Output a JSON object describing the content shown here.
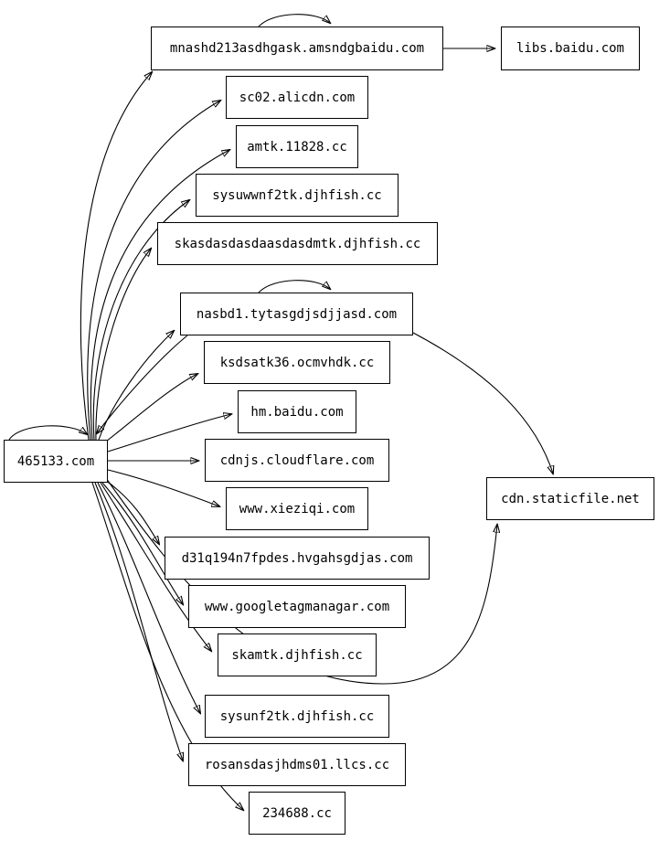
{
  "diagram": {
    "type": "directed-graph",
    "background_color": "#ffffff",
    "node_border_color": "#000000",
    "edge_color": "#000000",
    "text_color": "#000000",
    "nodes": [
      {
        "id": "465133",
        "label": "465133.com"
      },
      {
        "id": "mnashd",
        "label": "mnashd213asdhgask.amsndgbaidu.com"
      },
      {
        "id": "libs",
        "label": "libs.baidu.com"
      },
      {
        "id": "sc02",
        "label": "sc02.alicdn.com"
      },
      {
        "id": "amtk",
        "label": "amtk.11828.cc"
      },
      {
        "id": "sysuwwnf2tk",
        "label": "sysuwwnf2tk.djhfish.cc"
      },
      {
        "id": "skasd",
        "label": "skasdasdasdaasdasdmtk.djhfish.cc"
      },
      {
        "id": "nasbd1",
        "label": "nasbd1.tytasgdjsdjjasd.com"
      },
      {
        "id": "ksdsatk36",
        "label": "ksdsatk36.ocmvhdk.cc"
      },
      {
        "id": "hm",
        "label": "hm.baidu.com"
      },
      {
        "id": "cdnjs",
        "label": "cdnjs.cloudflare.com"
      },
      {
        "id": "xieziqi",
        "label": "www.xieziqi.com"
      },
      {
        "id": "d31q",
        "label": "d31q194n7fpdes.hvgahsgdjas.com"
      },
      {
        "id": "gtm",
        "label": "www.googletagmanagar.com"
      },
      {
        "id": "skamtk",
        "label": "skamtk.djhfish.cc"
      },
      {
        "id": "cdnstatic",
        "label": "cdn.staticfile.net"
      },
      {
        "id": "sysunf2tk",
        "label": "sysunf2tk.djhfish.cc"
      },
      {
        "id": "rosans",
        "label": "rosansdasjhdms01.llcs.cc"
      },
      {
        "id": "234688",
        "label": "234688.cc"
      }
    ],
    "edges": [
      {
        "from": "465133.com",
        "to": "mnashd213asdhgask.amsndgbaidu.com"
      },
      {
        "from": "465133.com",
        "to": "sc02.alicdn.com"
      },
      {
        "from": "465133.com",
        "to": "amtk.11828.cc"
      },
      {
        "from": "465133.com",
        "to": "sysuwwnf2tk.djhfish.cc"
      },
      {
        "from": "465133.com",
        "to": "skasdasdasdaasdasdmtk.djhfish.cc"
      },
      {
        "from": "465133.com",
        "to": "nasbd1.tytasgdjsdjjasd.com"
      },
      {
        "from": "465133.com",
        "to": "ksdsatk36.ocmvhdk.cc"
      },
      {
        "from": "465133.com",
        "to": "hm.baidu.com"
      },
      {
        "from": "465133.com",
        "to": "cdnjs.cloudflare.com"
      },
      {
        "from": "465133.com",
        "to": "www.xieziqi.com"
      },
      {
        "from": "465133.com",
        "to": "d31q194n7fpdes.hvgahsgdjas.com"
      },
      {
        "from": "465133.com",
        "to": "www.googletagmanagar.com"
      },
      {
        "from": "465133.com",
        "to": "skamtk.djhfish.cc"
      },
      {
        "from": "465133.com",
        "to": "sysunf2tk.djhfish.cc"
      },
      {
        "from": "465133.com",
        "to": "rosansdasjhdms01.llcs.cc"
      },
      {
        "from": "465133.com",
        "to": "234688.cc"
      },
      {
        "from": "465133.com",
        "to": "cdn.staticfile.net"
      },
      {
        "from": "465133.com",
        "to": "465133.com"
      },
      {
        "from": "mnashd213asdhgask.amsndgbaidu.com",
        "to": "libs.baidu.com"
      },
      {
        "from": "mnashd213asdhgask.amsndgbaidu.com",
        "to": "mnashd213asdhgask.amsndgbaidu.com"
      },
      {
        "from": "nasbd1.tytasgdjsdjjasd.com",
        "to": "cdn.staticfile.net"
      },
      {
        "from": "nasbd1.tytasgdjsdjjasd.com",
        "to": "465133.com"
      },
      {
        "from": "nasbd1.tytasgdjsdjjasd.com",
        "to": "nasbd1.tytasgdjsdjjasd.com"
      }
    ]
  }
}
